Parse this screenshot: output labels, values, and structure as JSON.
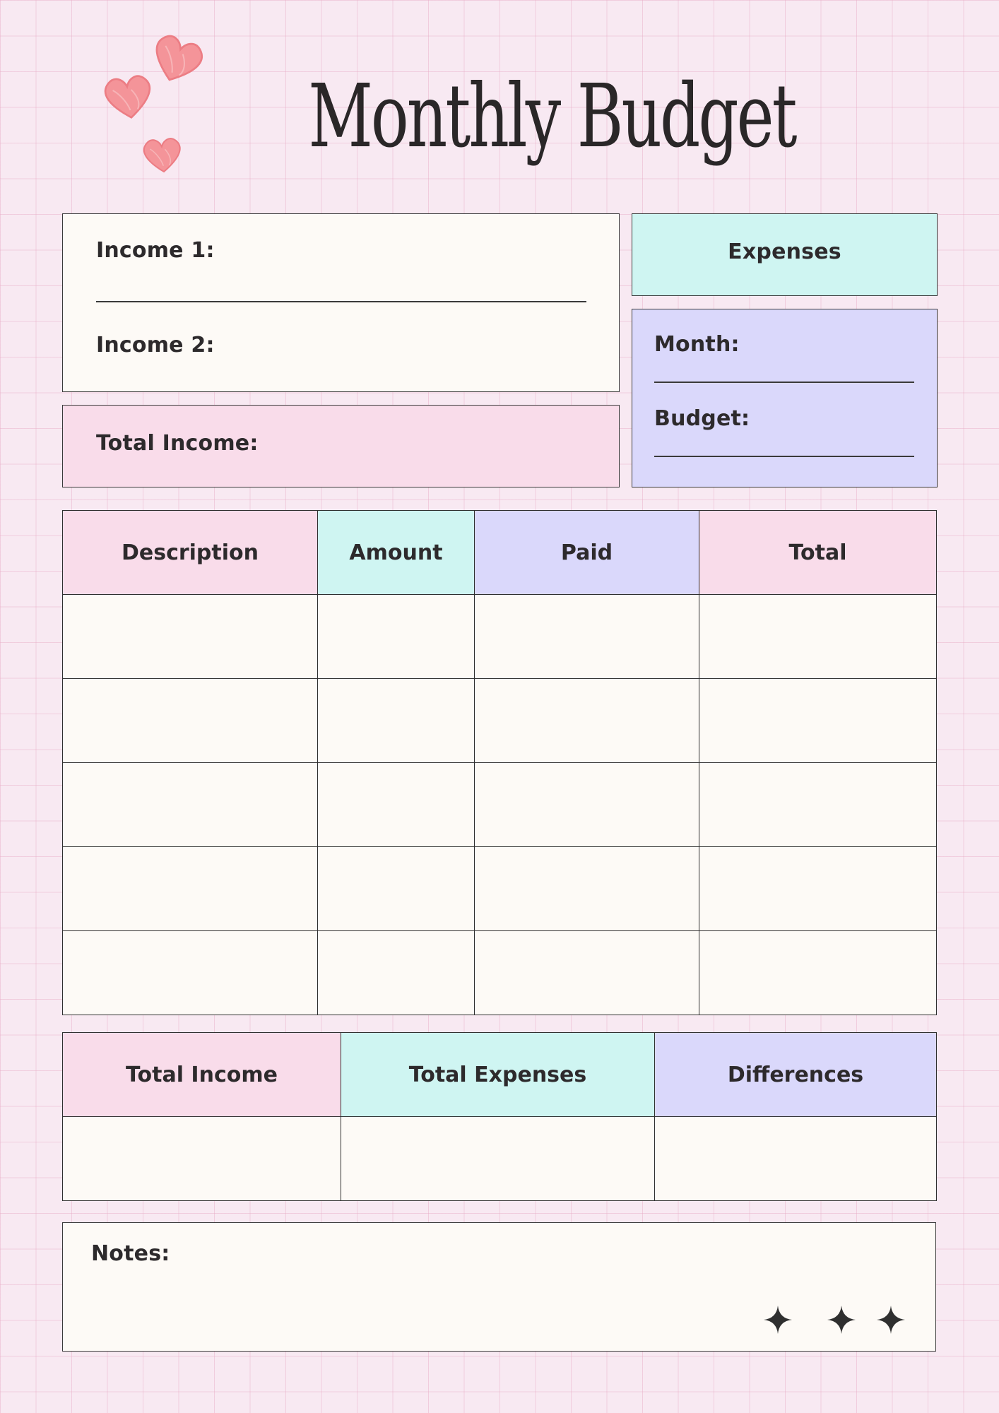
{
  "title": "Monthly Budget",
  "income_box": {
    "income1_label": "Income 1:",
    "income2_label": "Income 2:"
  },
  "total_income_box": {
    "label": "Total Income:"
  },
  "expenses_box": {
    "label": "Expenses"
  },
  "month_box": {
    "month_label": "Month:",
    "budget_label": "Budget:"
  },
  "expense_table": {
    "headers": [
      "Description",
      "Amount",
      "Paid",
      "Total"
    ],
    "header_colors": [
      "#f9dcea",
      "#cff5f2",
      "#dad8fb",
      "#f9dcea"
    ],
    "rows": [
      [
        "",
        "",
        "",
        ""
      ],
      [
        "",
        "",
        "",
        ""
      ],
      [
        "",
        "",
        "",
        ""
      ],
      [
        "",
        "",
        "",
        ""
      ],
      [
        "",
        "",
        "",
        ""
      ]
    ]
  },
  "summary_table": {
    "headers": [
      "Total Income",
      "Total Expenses",
      "Differences"
    ],
    "header_colors": [
      "#f9dcea",
      "#cff5f2",
      "#dad8fb"
    ],
    "values": [
      "",
      "",
      ""
    ]
  },
  "notes": {
    "label": "Notes:"
  },
  "decorations": {
    "heart_color": "#f28a8f",
    "heart_icon": "heart-icon",
    "sparkle_icon": "sparkle-icon",
    "sparkle_count": 3
  }
}
